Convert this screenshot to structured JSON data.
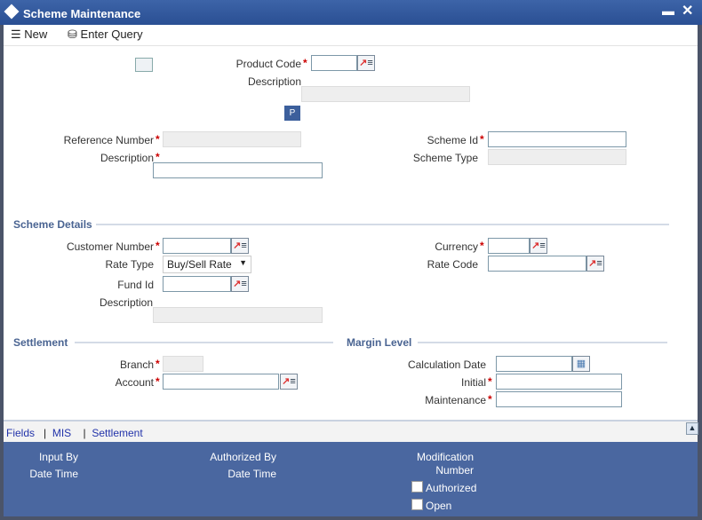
{
  "window": {
    "title": "Scheme Maintenance"
  },
  "toolbar": {
    "new_label": "New",
    "enter_query_label": "Enter Query"
  },
  "header": {
    "product_code_label": "Product Code",
    "product_code_value": "",
    "description_label": "Description",
    "description_value": "",
    "p_button": "P",
    "reference_number_label": "Reference Number",
    "reference_number_value": "",
    "description2_label": "Description",
    "description2_value": "",
    "scheme_id_label": "Scheme Id",
    "scheme_id_value": "",
    "scheme_type_label": "Scheme Type",
    "scheme_type_value": ""
  },
  "scheme_details": {
    "title": "Scheme Details",
    "customer_number_label": "Customer Number",
    "customer_number_value": "",
    "rate_type_label": "Rate Type",
    "rate_type_value": "Buy/Sell Rate",
    "fund_id_label": "Fund Id",
    "fund_id_value": "",
    "description_label": "Description",
    "description_value": "",
    "currency_label": "Currency",
    "currency_value": "",
    "rate_code_label": "Rate Code",
    "rate_code_value": ""
  },
  "settlement": {
    "title": "Settlement",
    "branch_label": "Branch",
    "branch_value": "",
    "account_label": "Account",
    "account_value": ""
  },
  "margin_level": {
    "title": "Margin Level",
    "calculation_date_label": "Calculation Date",
    "calculation_date_value": "",
    "initial_label": "Initial",
    "initial_value": "",
    "maintenance_label": "Maintenance",
    "maintenance_value": ""
  },
  "tabs": {
    "items": [
      "Fields",
      "MIS",
      "Settlement"
    ],
    "separator": "|"
  },
  "footer": {
    "input_by": "Input By",
    "date_time": "Date Time",
    "authorized_by": "Authorized By",
    "date_time2": "Date Time",
    "modification": "Modification",
    "number": "Number",
    "authorized": "Authorized",
    "open": "Open"
  },
  "colors": {
    "title_bar": "#2f58a0",
    "footer": "#4a67a0",
    "required": "#cc0000",
    "section": "#4a6492"
  }
}
